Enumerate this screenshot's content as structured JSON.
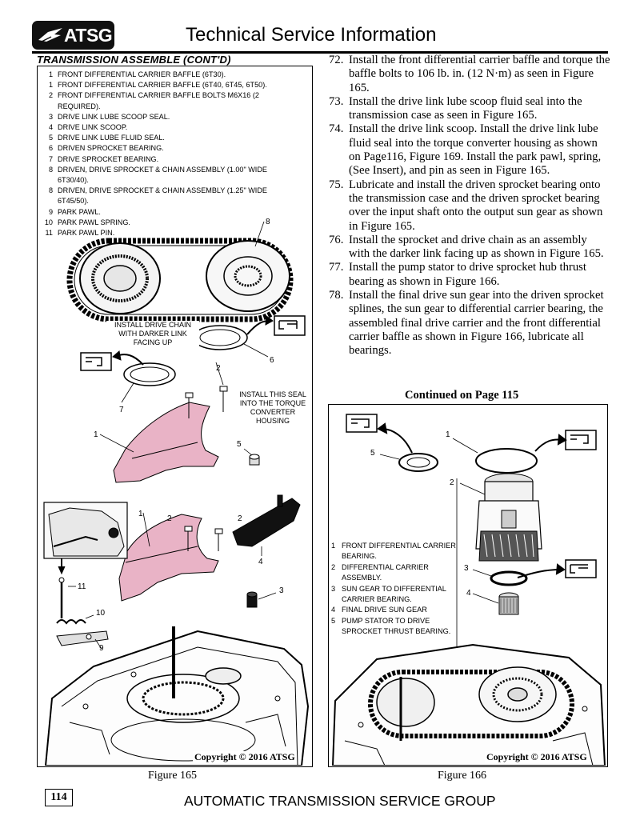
{
  "header": {
    "logo_text": "ATSG",
    "title": "Technical Service Information"
  },
  "section": {
    "heading": "TRANSMISSION ASSEMBLE (CONT'D)"
  },
  "figure165": {
    "parts": [
      {
        "num": "1",
        "text": "FRONT DIFFERENTIAL CARRIER BAFFLE (6T30)."
      },
      {
        "num": "1",
        "text": "FRONT DIFFERENTIAL CARRIER BAFFLE (6T40, 6T45, 6T50)."
      },
      {
        "num": "2",
        "text": "FRONT DIFFERENTIAL CARRIER BAFFLE BOLTS M6X16 (2 REQUIRED)."
      },
      {
        "num": "3",
        "text": "DRIVE LINK LUBE SCOOP SEAL."
      },
      {
        "num": "4",
        "text": "DRIVE LINK SCOOP."
      },
      {
        "num": "5",
        "text": "DRIVE LINK LUBE FLUID SEAL."
      },
      {
        "num": "6",
        "text": "DRIVEN SPROCKET BEARING."
      },
      {
        "num": "7",
        "text": "DRIVE SPROCKET BEARING."
      },
      {
        "num": "8",
        "text": "DRIVEN, DRIVE SPROCKET & CHAIN ASSEMBLY (1.00\" WIDE 6T30/40)."
      },
      {
        "num": "8",
        "text": "DRIVEN, DRIVE SPROCKET & CHAIN ASSEMBLY (1.25\" WIDE 6T45/50)."
      },
      {
        "num": "9",
        "text": "PARK PAWL."
      },
      {
        "num": "10",
        "text": "PARK PAWL SPRING."
      },
      {
        "num": "11",
        "text": "PARK PAWL PIN."
      }
    ],
    "callout_chain": "INSTALL DRIVE CHAIN WITH DARKER LINK FACING UP",
    "callout_seal": "INSTALL THIS SEAL INTO THE TORQUE CONVERTER HOUSING",
    "labels": [
      "1",
      "1",
      "2",
      "2",
      "2",
      "2",
      "3",
      "4",
      "5",
      "6",
      "7",
      "8",
      "9",
      "10",
      "11"
    ],
    "copyright": "Copyright © 2016 ATSG",
    "caption": "Figure 165"
  },
  "steps": [
    {
      "num": "72.",
      "text": "Install the front differential carrier baffle and torque the baffle bolts to 106 lb. in. (12 N·m) as seen in Figure 165."
    },
    {
      "num": "73.",
      "text": "Install the drive link lube scoop fluid seal into the transmission case as seen in Figure 165."
    },
    {
      "num": "74.",
      "text": "Install the drive link scoop. Install the drive link lube fluid seal into the torque converter housing as shown on Page116, Figure 169. Install the park pawl, spring, (See Insert), and pin as seen in Figure 165."
    },
    {
      "num": "75.",
      "text": "Lubricate and install the driven sprocket bearing onto the transmission case and the driven sprocket bearing over the input shaft onto the output sun gear as shown in Figure 165."
    },
    {
      "num": "76.",
      "text": "Install the sprocket and drive chain as an assembly with the darker link facing up as shown in Figure 165."
    },
    {
      "num": "77.",
      "text": "Install the pump stator to drive sprocket hub thrust bearing as shown in Figure 166."
    },
    {
      "num": "78.",
      "text": "Install the final drive sun gear into the driven sprocket splines, the sun gear to differential carrier bearing, the assembled final drive carrier and the front differential carrier baffle as shown in Figure 166, lubricate all bearings."
    }
  ],
  "continued": "Continued on Page 115",
  "figure166": {
    "parts": [
      {
        "num": "1",
        "text": "FRONT DIFFERENTIAL CARRIER BEARING."
      },
      {
        "num": "2",
        "text": "DIFFERENTIAL CARRIER ASSEMBLY."
      },
      {
        "num": "3",
        "text": "SUN GEAR TO DIFFERENTIAL CARRIER BEARING."
      },
      {
        "num": "4",
        "text": "FINAL DRIVE SUN GEAR"
      },
      {
        "num": "5",
        "text": "PUMP STATOR TO DRIVE SPROCKET THRUST BEARING."
      }
    ],
    "labels": [
      "1",
      "2",
      "3",
      "4",
      "5"
    ],
    "copyright": "Copyright © 2016 ATSG",
    "caption": "Figure 166"
  },
  "footer": {
    "page_number": "114",
    "text": "AUTOMATIC TRANSMISSION SERVICE GROUP"
  },
  "colors": {
    "baffle_pink": "#e9b3c6",
    "ink": "#000000"
  }
}
